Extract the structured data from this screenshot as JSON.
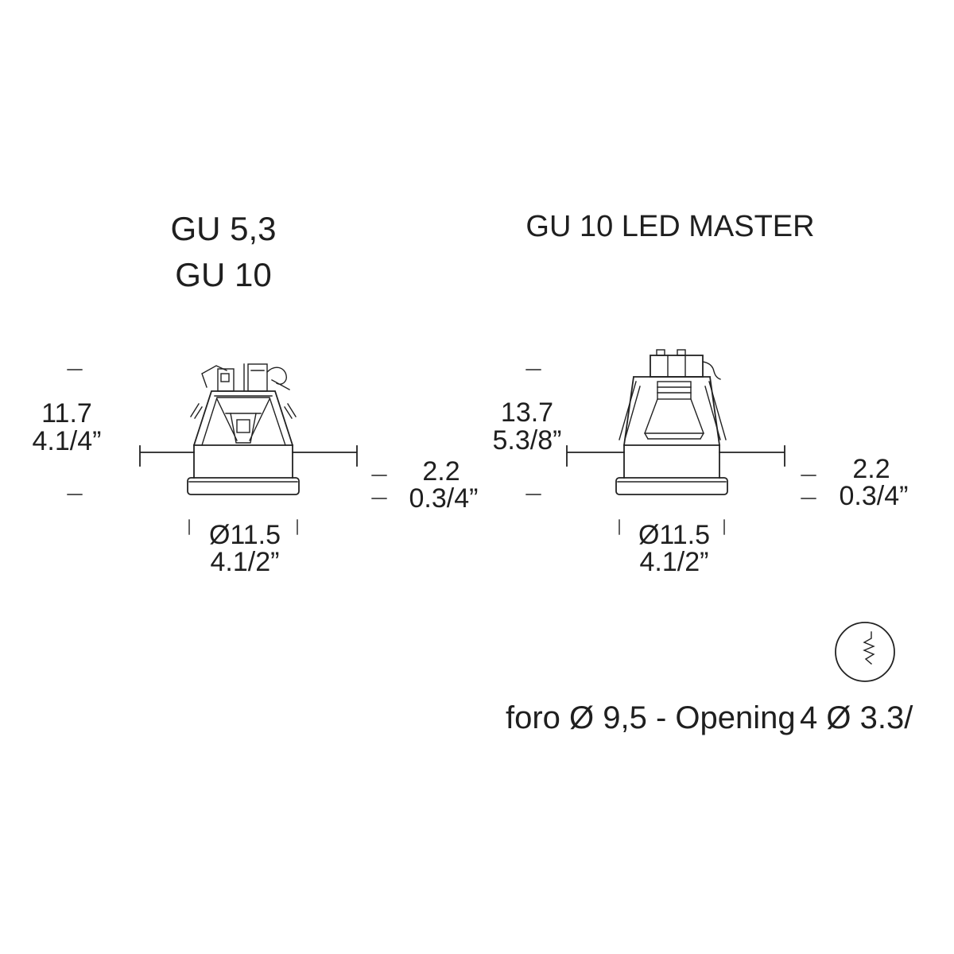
{
  "page": {
    "background": "#ffffff",
    "ink": "#222222",
    "text_color": "#1f1f1f"
  },
  "fixtures": {
    "left": {
      "title1": "GU 5,3",
      "title2": "GU 10",
      "height_mm": "11.7",
      "height_in": "4.1/4”",
      "depth_mm": "2.2",
      "depth_in": "0.3/4”",
      "dia_mm": "Ø11.5",
      "dia_in": "4.1/2”"
    },
    "right": {
      "title": "GU 10 LED MASTER",
      "height_mm": "13.7",
      "height_in": "5.3/8”",
      "depth_mm": "2.2",
      "depth_in": "0.3/4”",
      "dia_mm": "Ø11.5",
      "dia_in": "4.1/2”"
    }
  },
  "caption": {
    "part1": "foro Ø 9,5 - Opening",
    "part2": "4 Ø 3.3/"
  },
  "icons": {
    "spring_icon": "spring-clip"
  }
}
